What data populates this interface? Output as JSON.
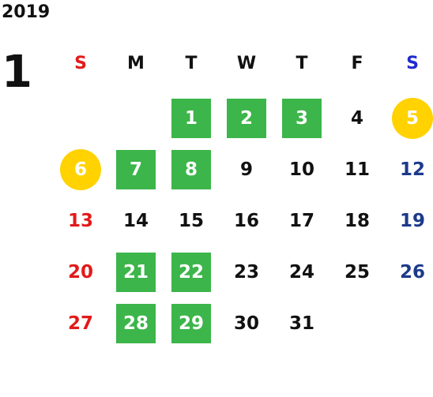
{
  "calendar": {
    "year": "2019",
    "month": "1",
    "weekdays": [
      {
        "label": "S",
        "color": "#e21a1a"
      },
      {
        "label": "M",
        "color": "#111111"
      },
      {
        "label": "T",
        "color": "#111111"
      },
      {
        "label": "W",
        "color": "#111111"
      },
      {
        "label": "T",
        "color": "#111111"
      },
      {
        "label": "F",
        "color": "#111111"
      },
      {
        "label": "S",
        "color": "#1e2ccf"
      }
    ],
    "colors": {
      "sunday": "#e21a1a",
      "saturday_header": "#1e2ccf",
      "saturday": "#1c3a8a",
      "weekday": "#111111",
      "holiday_fill": "#3cb54a",
      "event_fill": "#ffd200"
    },
    "weeks": [
      [
        "",
        "",
        "1",
        "2",
        "3",
        "4",
        "5"
      ],
      [
        "6",
        "7",
        "8",
        "9",
        "10",
        "11",
        "12"
      ],
      [
        "13",
        "14",
        "15",
        "16",
        "17",
        "18",
        "19"
      ],
      [
        "20",
        "21",
        "22",
        "23",
        "24",
        "25",
        "26"
      ],
      [
        "27",
        "28",
        "29",
        "30",
        "31",
        "",
        ""
      ]
    ],
    "green_days": [
      "1",
      "2",
      "3",
      "7",
      "8",
      "21",
      "22",
      "28",
      "29"
    ],
    "yellow_days": [
      "5",
      "6"
    ]
  }
}
